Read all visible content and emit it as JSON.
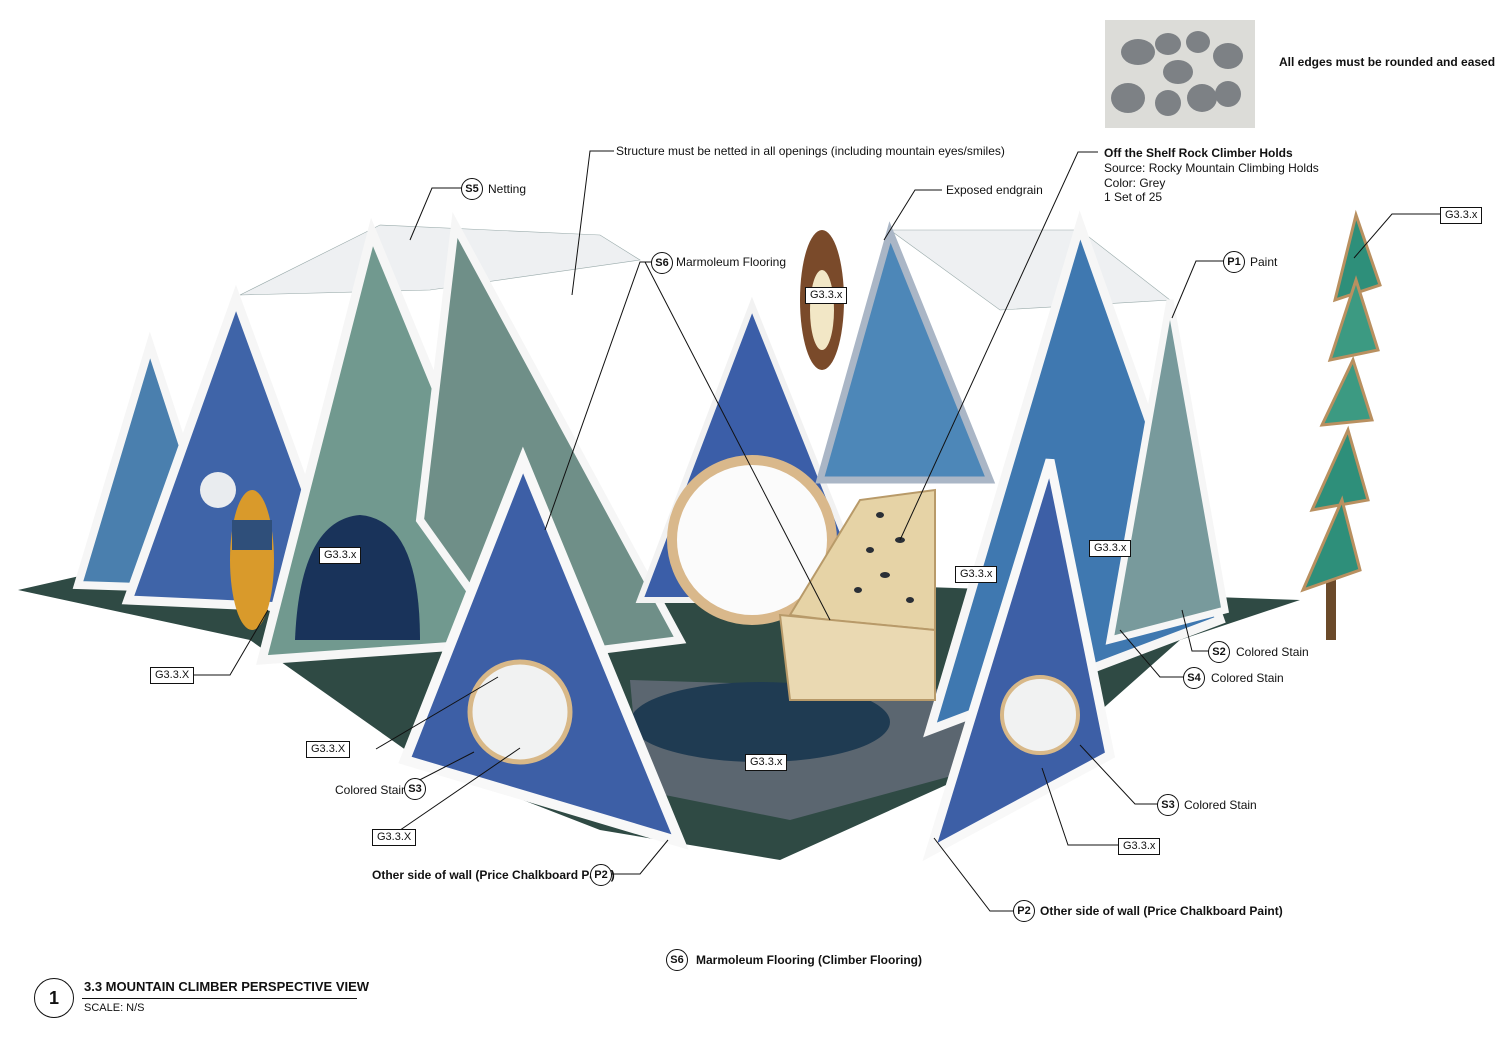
{
  "drawing": {
    "number": "1",
    "title": "3.3 MOUNTAIN CLIMBER PERSPECTIVE VIEW",
    "scale": "SCALE: N/S"
  },
  "reference_image": {
    "caption": "All edges must be rounded and eased"
  },
  "callouts": {
    "netting_code": "S5",
    "netting": "Netting",
    "netted_openings": "Structure must be netted in all openings (including mountain eyes/smiles)",
    "marmoleum_code": "S6",
    "marmoleum": "Marmoleum Flooring",
    "endgrain": "Exposed endgrain",
    "holds_title": "Off the Shelf Rock Climber Holds",
    "holds_source": "Source: Rocky Mountain Climbing Holds",
    "holds_color": "Color: Grey",
    "holds_set": "1 Set of 25",
    "paint_code": "P1",
    "paint": "Paint",
    "s2_code": "S2",
    "s2": "Colored Stain",
    "s4_code": "S4",
    "s4": "Colored Stain",
    "s3_right_code": "S3",
    "s3_right": "Colored Stain",
    "s3_left_code": "S3",
    "s3_left": "Colored Stain",
    "p2_left_code": "P2",
    "p2_left": "Other side of wall (Price Chalkboard Paint)",
    "p2_right_code": "P2",
    "p2_right": "Other side of wall (Price Chalkboard Paint)",
    "floor_code": "S6",
    "floor": "Marmoleum Flooring (Climber Flooring)"
  },
  "graphic_tags": {
    "tree": "G3.3.x",
    "owl": "G3.3.x",
    "cave": "G3.3.x",
    "cat_left": "G3.3.X",
    "cat_right": "G3.3.x",
    "cloud": "G3.3.x",
    "pond": "G3.3.x",
    "reader_cat": "G3.3.X",
    "front_cat": "G3.3.X",
    "right_window_cat": "G3.3.x"
  },
  "colors": {
    "blue_stain": "#3e5f9e",
    "teal_stain": "#6f9a94",
    "light_blue": "#4a84b5",
    "edge_white": "#fafafa",
    "floor_green": "#2f4a44",
    "plywood": "#e6d3a6"
  }
}
